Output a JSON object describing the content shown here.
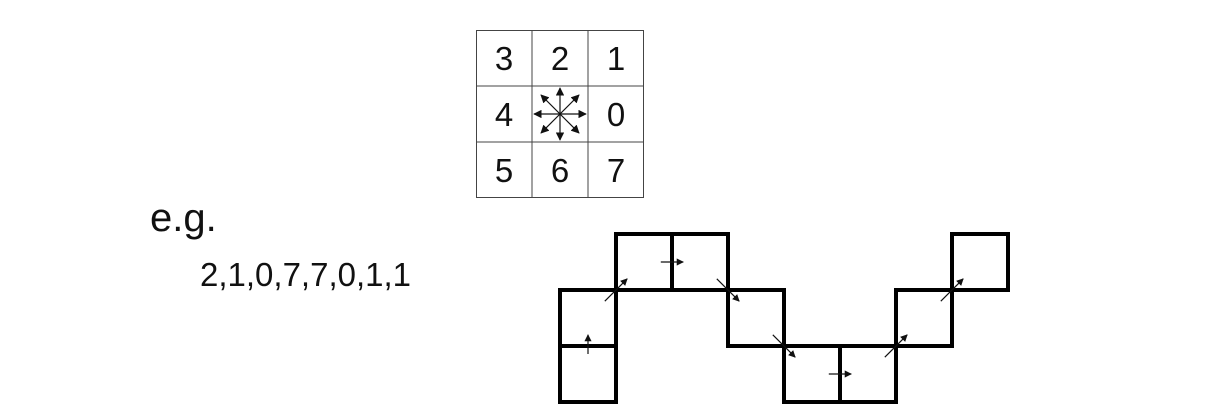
{
  "direction_grid": {
    "cells": [
      [
        "3",
        "2",
        "1"
      ],
      [
        "4",
        "",
        "0"
      ],
      [
        "5",
        "6",
        "7"
      ]
    ]
  },
  "example": {
    "label": "e.g.",
    "chain_code": "2,1,0,7,7,0,1,1",
    "codes": [
      2,
      1,
      0,
      7,
      7,
      0,
      1,
      1
    ]
  }
}
